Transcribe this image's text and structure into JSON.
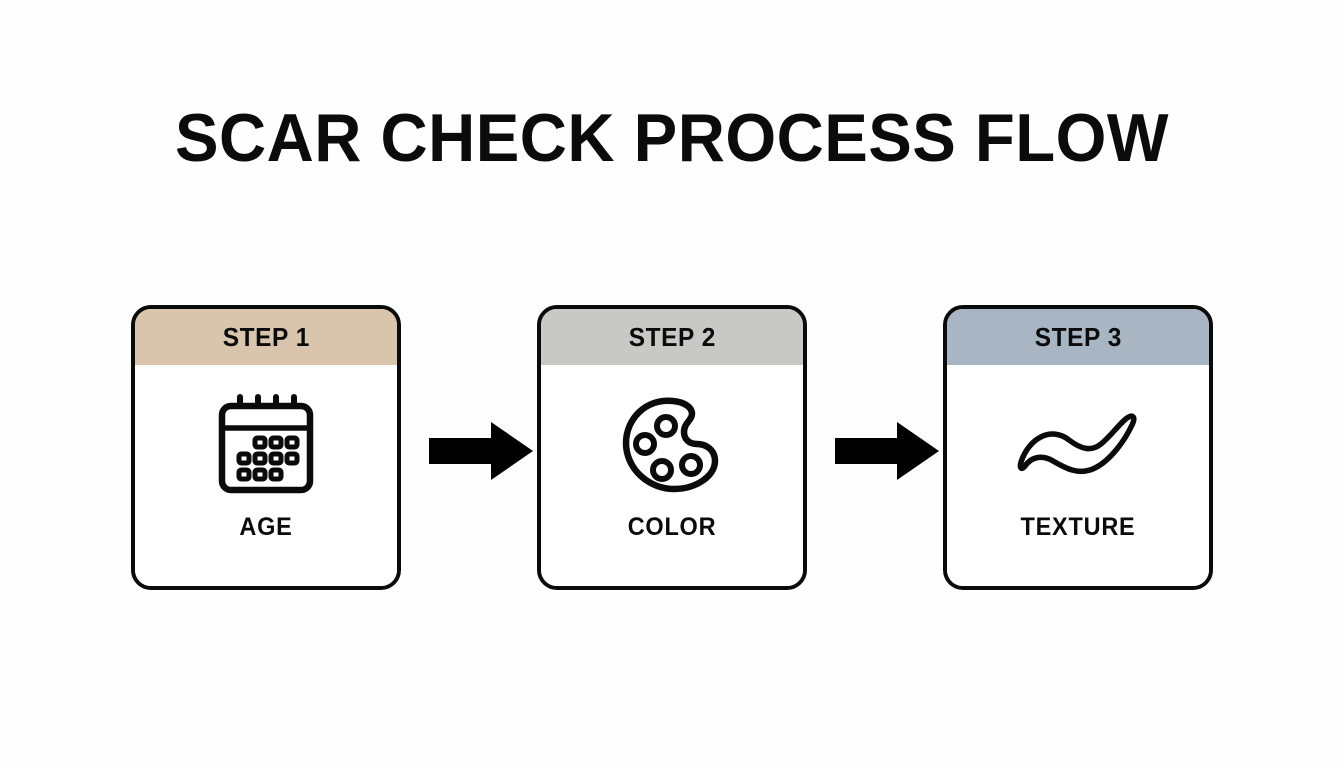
{
  "page": {
    "title": "SCAR CHECK PROCESS FLOW",
    "background_color": "#FEFEFE",
    "text_color": "#0B0B0B"
  },
  "flow": {
    "steps": [
      {
        "header": "STEP 1",
        "label": "AGE",
        "icon": "calendar-icon",
        "header_color": "#D9C5AB"
      },
      {
        "header": "STEP 2",
        "label": "COLOR",
        "icon": "palette-icon",
        "header_color": "#C8C9C5"
      },
      {
        "header": "STEP 3",
        "label": "TEXTURE",
        "icon": "wave-texture-icon",
        "header_color": "#A8B6C4"
      }
    ],
    "connectors": [
      {
        "icon": "arrow-right-icon",
        "color": "#000000"
      },
      {
        "icon": "arrow-right-icon",
        "color": "#000000"
      }
    ]
  }
}
